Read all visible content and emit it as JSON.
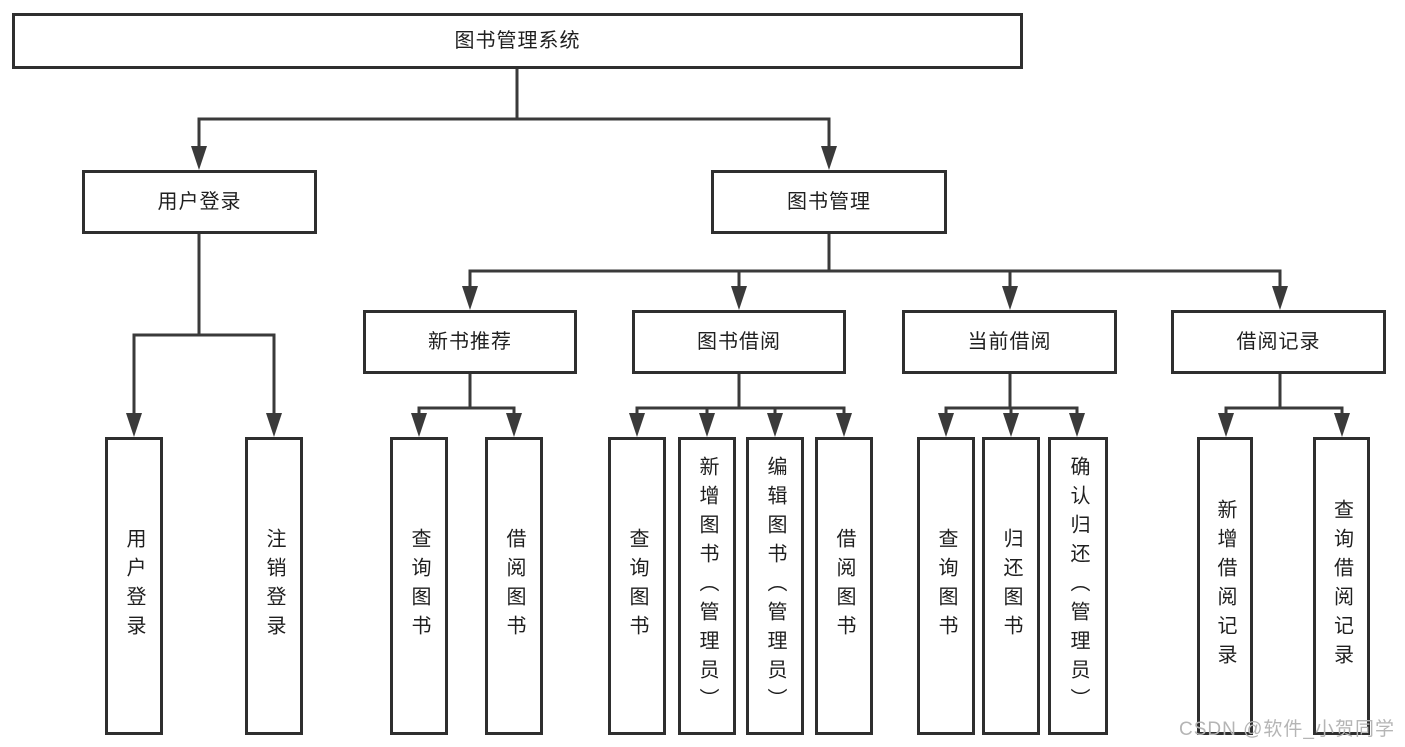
{
  "diagram": {
    "type": "hierarchy-tree",
    "nodes": {
      "root": "图书管理系统",
      "l2": {
        "user_login": "用户登录",
        "book_mgmt": "图书管理"
      },
      "l3": {
        "new_book": "新书推荐",
        "borrow": "图书借阅",
        "current": "当前借阅",
        "records": "借阅记录"
      },
      "leaves": {
        "user_login": "用户登录",
        "logout": "注销登录",
        "nb_query": "查询图书",
        "nb_borrow": "借阅图书",
        "bw_query": "查询图书",
        "bw_add": "新增图书（管理员）",
        "bw_edit": "编辑图书（管理员）",
        "bw_borrow": "借阅图书",
        "cr_query": "查询图书",
        "cr_return": "归还图书",
        "cr_confirm": "确认归还（管理员）",
        "rc_add": "新增借阅记录",
        "rc_query": "查询借阅记录"
      }
    },
    "edges": [
      {
        "from": "root",
        "to": [
          "用户登录",
          "图书管理"
        ]
      },
      {
        "from": "用户登录",
        "to": [
          "用户登录",
          "注销登录"
        ]
      },
      {
        "from": "图书管理",
        "to": [
          "新书推荐",
          "图书借阅",
          "当前借阅",
          "借阅记录"
        ]
      },
      {
        "from": "新书推荐",
        "to": [
          "查询图书",
          "借阅图书"
        ]
      },
      {
        "from": "图书借阅",
        "to": [
          "查询图书",
          "新增图书（管理员）",
          "编辑图书（管理员）",
          "借阅图书"
        ]
      },
      {
        "from": "当前借阅",
        "to": [
          "查询图书",
          "归还图书",
          "确认归还（管理员）"
        ]
      },
      {
        "from": "借阅记录",
        "to": [
          "新增借阅记录",
          "查询借阅记录"
        ]
      }
    ],
    "colors": {
      "background": "#ffffff",
      "box_border": "#2f2f2f",
      "line": "#3a3a3a",
      "text": "#1f1f1f"
    }
  },
  "watermark": {
    "text": "CSDN @软件_小贺同学",
    "color": "#b5b5b5"
  }
}
